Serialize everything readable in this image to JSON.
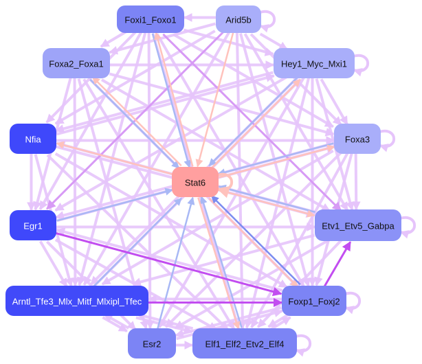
{
  "graph": {
    "colors": {
      "edge_default": "#e6c4fb",
      "edge_strong": "#c24df0",
      "edge_medium": "#d79af5",
      "edge_blue": "#a8b8f5",
      "edge_salmon": "#ffc2bc",
      "edge_darkblue": "#7b8cf0"
    },
    "nodes": [
      {
        "id": "Foxi1_Foxo1",
        "label": "Foxi1_Foxo1",
        "fill": "#7c84f5",
        "text": "#111111"
      },
      {
        "id": "Arid5b",
        "label": "Arid5b",
        "fill": "#a9aefa",
        "text": "#111111"
      },
      {
        "id": "Foxa2_Foxa1",
        "label": "Foxa2_Foxa1",
        "fill": "#9ea4f8",
        "text": "#111111"
      },
      {
        "id": "Hey1_Myc_Mxi1",
        "label": "Hey1_Myc_Mxi1",
        "fill": "#a9aefa",
        "text": "#111111"
      },
      {
        "id": "Nfia",
        "label": "Nfia",
        "fill": "#3f48fb",
        "text": "#ffffff"
      },
      {
        "id": "Foxa3",
        "label": "Foxa3",
        "fill": "#a9aefa",
        "text": "#111111"
      },
      {
        "id": "Stat6",
        "label": "Stat6",
        "fill": "#ff9f9f",
        "text": "#111111"
      },
      {
        "id": "Egr1",
        "label": "Egr1",
        "fill": "#3f48fb",
        "text": "#ffffff"
      },
      {
        "id": "Etv1_Etv5_Gabpa",
        "label": "Etv1_Etv5_Gabpa",
        "fill": "#8b92f7",
        "text": "#111111"
      },
      {
        "id": "Arntl",
        "label": "Arntl_Tfe3_Mlx_Mitf_Mlxipl_Tfec",
        "fill": "#414af9",
        "text": "#ffffff"
      },
      {
        "id": "Foxp1_Foxj2",
        "label": "Foxp1_Foxj2",
        "fill": "#7c84f5",
        "text": "#111111"
      },
      {
        "id": "Esr2",
        "label": "Esr2",
        "fill": "#7c84f5",
        "text": "#111111"
      },
      {
        "id": "Elf1_Elf2_Etv2_Elf4",
        "label": "Elf1_Elf2_Etv2_Elf4",
        "fill": "#7c84f5",
        "text": "#111111"
      }
    ],
    "self_loops": [
      "Arid5b",
      "Hey1_Myc_Mxi1",
      "Foxa3",
      "Stat6",
      "Etv1_Etv5_Gabpa",
      "Foxp1_Foxj2",
      "Elf1_Elf2_Etv2_Elf4"
    ],
    "edges": [
      {
        "from": "Arid5b",
        "to": "Foxi1_Foxo1",
        "style": "default"
      },
      {
        "from": "Esr2",
        "to": "Elf1_Elf2_Etv2_Elf4",
        "style": "default"
      },
      {
        "from": "Nfia",
        "to": "Egr1",
        "style": "default"
      },
      {
        "from": "Foxp1_Foxj2",
        "to": "Etv1_Etv5_Gabpa",
        "style": "strong"
      },
      {
        "from": "Egr1",
        "to": "Foxp1_Foxj2",
        "style": "strong"
      },
      {
        "from": "Arntl",
        "to": "Foxp1_Foxj2",
        "style": "strong"
      },
      {
        "from": "Foxp1_Foxj2",
        "to": "Stat6",
        "style": "darkblue"
      },
      {
        "from": "Stat6",
        "to": "Foxp1_Foxj2",
        "style": "salmon"
      },
      {
        "from": "Arid5b",
        "to": "Stat6",
        "style": "salmon"
      },
      {
        "from": "Foxi1_Foxo1",
        "to": "Stat6",
        "style": "blue"
      },
      {
        "from": "Stat6",
        "to": "Foxi1_Foxo1",
        "style": "salmon"
      },
      {
        "from": "Foxa2_Foxa1",
        "to": "Stat6",
        "style": "blue"
      },
      {
        "from": "Stat6",
        "to": "Foxa2_Foxa1",
        "style": "salmon"
      },
      {
        "from": "Hey1_Myc_Mxi1",
        "to": "Stat6",
        "style": "blue"
      },
      {
        "from": "Stat6",
        "to": "Hey1_Myc_Mxi1",
        "style": "salmon"
      },
      {
        "from": "Stat6",
        "to": "Nfia",
        "style": "salmon"
      },
      {
        "from": "Foxa3",
        "to": "Stat6",
        "style": "blue"
      },
      {
        "from": "Stat6",
        "to": "Foxa3",
        "style": "salmon"
      },
      {
        "from": "Egr1",
        "to": "Stat6",
        "style": "blue"
      },
      {
        "from": "Etv1_Etv5_Gabpa",
        "to": "Stat6",
        "style": "blue"
      },
      {
        "from": "Stat6",
        "to": "Etv1_Etv5_Gabpa",
        "style": "salmon"
      },
      {
        "from": "Arntl",
        "to": "Stat6",
        "style": "blue"
      },
      {
        "from": "Esr2",
        "to": "Stat6",
        "style": "blue"
      },
      {
        "from": "Elf1_Elf2_Etv2_Elf4",
        "to": "Stat6",
        "style": "blue"
      },
      {
        "from": "Stat6",
        "to": "Elf1_Elf2_Etv2_Elf4",
        "style": "salmon"
      },
      {
        "from": "Foxi1_Foxo1",
        "to": "Foxa2_Foxa1",
        "style": "default"
      },
      {
        "from": "Foxi1_Foxo1",
        "to": "Hey1_Myc_Mxi1",
        "style": "default"
      },
      {
        "from": "Foxi1_Foxo1",
        "to": "Nfia",
        "style": "default"
      },
      {
        "from": "Foxi1_Foxo1",
        "to": "Egr1",
        "style": "default"
      },
      {
        "from": "Foxi1_Foxo1",
        "to": "Arntl",
        "style": "default"
      },
      {
        "from": "Foxi1_Foxo1",
        "to": "Foxa3",
        "style": "default"
      },
      {
        "from": "Foxi1_Foxo1",
        "to": "Etv1_Etv5_Gabpa",
        "style": "medium"
      },
      {
        "from": "Foxi1_Foxo1",
        "to": "Foxp1_Foxj2",
        "style": "default"
      },
      {
        "from": "Foxi1_Foxo1",
        "to": "Elf1_Elf2_Etv2_Elf4",
        "style": "default"
      },
      {
        "from": "Foxi1_Foxo1",
        "to": "Esr2",
        "style": "default"
      },
      {
        "from": "Arid5b",
        "to": "Foxa2_Foxa1",
        "style": "default"
      },
      {
        "from": "Arid5b",
        "to": "Hey1_Myc_Mxi1",
        "style": "default"
      },
      {
        "from": "Arid5b",
        "to": "Nfia",
        "style": "default"
      },
      {
        "from": "Arid5b",
        "to": "Egr1",
        "style": "medium"
      },
      {
        "from": "Arid5b",
        "to": "Arntl",
        "style": "default"
      },
      {
        "from": "Arid5b",
        "to": "Foxa3",
        "style": "default"
      },
      {
        "from": "Arid5b",
        "to": "Etv1_Etv5_Gabpa",
        "style": "default"
      },
      {
        "from": "Arid5b",
        "to": "Foxp1_Foxj2",
        "style": "default"
      },
      {
        "from": "Arid5b",
        "to": "Elf1_Elf2_Etv2_Elf4",
        "style": "default"
      },
      {
        "from": "Foxa2_Foxa1",
        "to": "Hey1_Myc_Mxi1",
        "style": "default"
      },
      {
        "from": "Foxa2_Foxa1",
        "to": "Foxa3",
        "style": "default"
      },
      {
        "from": "Foxa2_Foxa1",
        "to": "Etv1_Etv5_Gabpa",
        "style": "default"
      },
      {
        "from": "Foxa2_Foxa1",
        "to": "Foxp1_Foxj2",
        "style": "default"
      },
      {
        "from": "Foxa2_Foxa1",
        "to": "Elf1_Elf2_Etv2_Elf4",
        "style": "default"
      },
      {
        "from": "Foxa2_Foxa1",
        "to": "Arntl",
        "style": "default"
      },
      {
        "from": "Foxa2_Foxa1",
        "to": "Esr2",
        "style": "default"
      },
      {
        "from": "Foxa2_Foxa1",
        "to": "Egr1",
        "style": "default"
      },
      {
        "from": "Hey1_Myc_Mxi1",
        "to": "Nfia",
        "style": "default"
      },
      {
        "from": "Hey1_Myc_Mxi1",
        "to": "Egr1",
        "style": "default"
      },
      {
        "from": "Hey1_Myc_Mxi1",
        "to": "Arntl",
        "style": "default"
      },
      {
        "from": "Hey1_Myc_Mxi1",
        "to": "Foxp1_Foxj2",
        "style": "default"
      },
      {
        "from": "Hey1_Myc_Mxi1",
        "to": "Etv1_Etv5_Gabpa",
        "style": "default"
      },
      {
        "from": "Hey1_Myc_Mxi1",
        "to": "Elf1_Elf2_Etv2_Elf4",
        "style": "default"
      },
      {
        "from": "Hey1_Myc_Mxi1",
        "to": "Esr2",
        "style": "default"
      },
      {
        "from": "Hey1_Myc_Mxi1",
        "to": "Foxa3",
        "style": "default"
      },
      {
        "from": "Nfia",
        "to": "Foxa3",
        "style": "default"
      },
      {
        "from": "Nfia",
        "to": "Etv1_Etv5_Gabpa",
        "style": "default"
      },
      {
        "from": "Nfia",
        "to": "Foxp1_Foxj2",
        "style": "default"
      },
      {
        "from": "Nfia",
        "to": "Arntl",
        "style": "default"
      },
      {
        "from": "Nfia",
        "to": "Elf1_Elf2_Etv2_Elf4",
        "style": "default"
      },
      {
        "from": "Nfia",
        "to": "Hey1_Myc_Mxi1",
        "style": "default"
      },
      {
        "from": "Foxa3",
        "to": "Egr1",
        "style": "default"
      },
      {
        "from": "Foxa3",
        "to": "Arntl",
        "style": "default"
      },
      {
        "from": "Foxa3",
        "to": "Etv1_Etv5_Gabpa",
        "style": "default"
      },
      {
        "from": "Foxa3",
        "to": "Foxp1_Foxj2",
        "style": "default"
      },
      {
        "from": "Foxa3",
        "to": "Elf1_Elf2_Etv2_Elf4",
        "style": "default"
      },
      {
        "from": "Foxa3",
        "to": "Esr2",
        "style": "default"
      },
      {
        "from": "Egr1",
        "to": "Arntl",
        "style": "default"
      },
      {
        "from": "Egr1",
        "to": "Etv1_Etv5_Gabpa",
        "style": "default"
      },
      {
        "from": "Egr1",
        "to": "Elf1_Elf2_Etv2_Elf4",
        "style": "default"
      },
      {
        "from": "Egr1",
        "to": "Esr2",
        "style": "default"
      },
      {
        "from": "Egr1",
        "to": "Foxa3",
        "style": "default"
      },
      {
        "from": "Etv1_Etv5_Gabpa",
        "to": "Arntl",
        "style": "default"
      },
      {
        "from": "Etv1_Etv5_Gabpa",
        "to": "Elf1_Elf2_Etv2_Elf4",
        "style": "default"
      },
      {
        "from": "Etv1_Etv5_Gabpa",
        "to": "Esr2",
        "style": "default"
      },
      {
        "from": "Etv1_Etv5_Gabpa",
        "to": "Nfia",
        "style": "default"
      },
      {
        "from": "Arntl",
        "to": "Elf1_Elf2_Etv2_Elf4",
        "style": "default"
      },
      {
        "from": "Arntl",
        "to": "Esr2",
        "style": "default"
      },
      {
        "from": "Arntl",
        "to": "Hey1_Myc_Mxi1",
        "style": "default"
      },
      {
        "from": "Foxp1_Foxj2",
        "to": "Elf1_Elf2_Etv2_Elf4",
        "style": "default"
      },
      {
        "from": "Foxp1_Foxj2",
        "to": "Esr2",
        "style": "default"
      },
      {
        "from": "Foxp1_Foxj2",
        "to": "Arntl",
        "style": "default"
      },
      {
        "from": "Foxp1_Foxj2",
        "to": "Egr1",
        "style": "default"
      },
      {
        "from": "Elf1_Elf2_Etv2_Elf4",
        "to": "Foxp1_Foxj2",
        "style": "default"
      },
      {
        "from": "Elf1_Elf2_Etv2_Elf4",
        "to": "Arntl",
        "style": "default"
      },
      {
        "from": "Esr2",
        "to": "Arntl",
        "style": "default"
      },
      {
        "from": "Esr2",
        "to": "Foxp1_Foxj2",
        "style": "default"
      }
    ]
  }
}
